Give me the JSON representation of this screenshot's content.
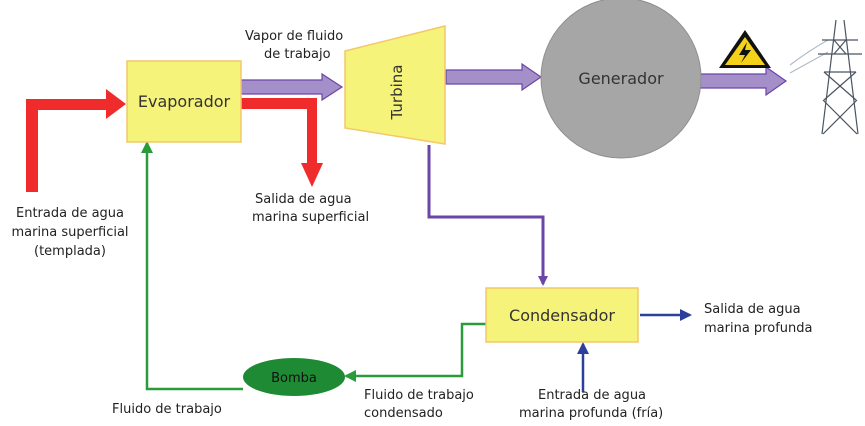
{
  "colors": {
    "warm_water": "#ef2b2b",
    "vapor": "#a48fc8",
    "vapor_line": "#6a46a6",
    "cold_water": "#2c3f9a",
    "working_fluid": "#2a9a3a",
    "component_fill": "#f6f37a",
    "component_border": "#f2c86a",
    "generator_fill": "#a6a6a6",
    "pump_fill": "#1f8a34"
  },
  "components": {
    "evaporator": "Evaporador",
    "turbine": "Turbina",
    "generator": "Generador",
    "condenser": "Condensador",
    "pump": "Bomba"
  },
  "labels": {
    "vapor_1": "Vapor de fluido",
    "vapor_2": "de trabajo",
    "warm_in_1": "Entrada de agua",
    "warm_in_2": "marina superficial",
    "warm_in_3": "(templada)",
    "warm_out_1": "Salida de agua",
    "warm_out_2": "marina superficial",
    "cold_out_1": "Salida de agua",
    "cold_out_2": "marina profunda",
    "cold_in_1": "Entrada de agua",
    "cold_in_2": "marina profunda (fría)",
    "condensed_1": "Fluido de trabajo",
    "condensed_2": "condensado",
    "working_fluid": "Fluido de trabajo"
  },
  "icons": {
    "warning": "high-voltage-warning-icon",
    "tower": "power-transmission-tower-icon"
  }
}
